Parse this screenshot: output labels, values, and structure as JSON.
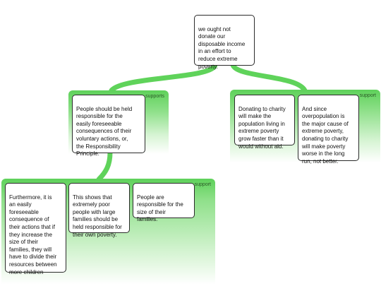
{
  "root": {
    "text": "we ought not\ndonate our\ndisposable income\nin an effort to\nreduce extreme\npoverty."
  },
  "groups": {
    "left": {
      "label": "supports",
      "card": "People should be held\nresponsible for the\neasily foreseeable\nconsequences of their\nvoluntary actions, or,\nthe Responsibility\nPrinciple."
    },
    "right": {
      "label": "support",
      "cards": [
        "Donating to charity\nwill make the\npopulation living in\nextreme poverty\ngrow faster than it\nwould without aid.",
        "And since\noverpopulation is\nthe major cause of\nextreme poverty,\ndonating to charity\nwill make poverty\nworse in the long\nrun, not better."
      ]
    },
    "bottom": {
      "label": "support",
      "cards": [
        "Furthermore, it is\nan easily\nforeseeable\nconsequence of\ntheir actions that if\nthey increase the\nsize of their\nfamilies, they will\nhave to divide their\nresources between\nmore children",
        "This shows that\nextremely poor\npeople with large\nfamilies should be\nheld responsible for\ntheir own poverty.",
        "People are\nresponsible for the\nsize of their\nfamilies."
      ]
    }
  },
  "colors": {
    "group_green": "#5ed15a",
    "connector_green": "#5fd35a",
    "card_border": "#2b2b2b"
  }
}
